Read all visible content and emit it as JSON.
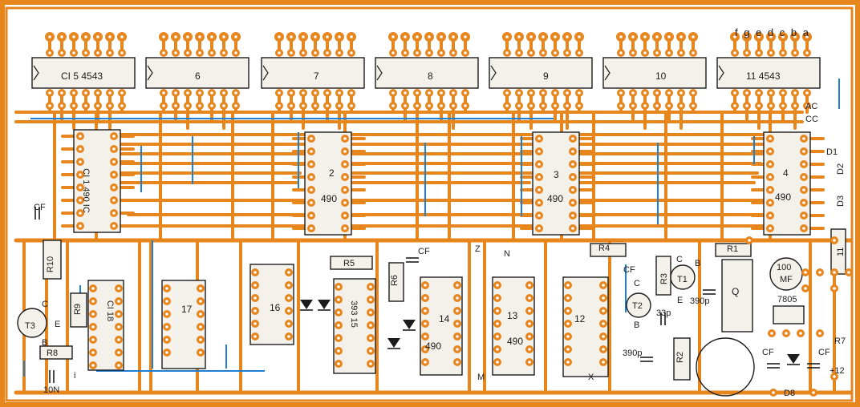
{
  "colors": {
    "board": "#ffffff",
    "copper": "#e8861e",
    "jumper": "#1f7fd6",
    "ink": "#1c1c1c",
    "body_fill": "#f4f1ea"
  },
  "digit_modules": [
    "CI 5 4543",
    "6",
    "7",
    "8",
    "9",
    "10",
    "11 4543"
  ],
  "segment_letters": "f g e d c b a",
  "common_labels": [
    "AC",
    "CC"
  ],
  "decade_chips": [
    {
      "id": "CI 1 490 IC"
    },
    {
      "id": "2",
      "type": "490"
    },
    {
      "id": "3",
      "type": "490"
    },
    {
      "id": "4",
      "type": "490"
    }
  ],
  "right_column": [
    "D1",
    "D2",
    "D3",
    "11"
  ],
  "lower_chips": [
    {
      "id": "CI 18"
    },
    {
      "id": "17"
    },
    {
      "id": "16"
    },
    {
      "id": "393 15"
    },
    {
      "id": "14",
      "type": "490"
    },
    {
      "id": "13",
      "type": "490"
    },
    {
      "id": "12"
    }
  ],
  "resistors": [
    "R10",
    "R9",
    "R8",
    "R5",
    "R6",
    "R4",
    "R3",
    "R1",
    "R2",
    "R7"
  ],
  "capacitors": [
    "CF",
    "CF",
    "CF",
    "CF",
    "CF",
    "33p",
    "390p",
    "390p",
    "10N"
  ],
  "transistors": [
    "T1",
    "T2",
    "T3"
  ],
  "pin_letters": [
    "C",
    "E",
    "B",
    "C",
    "B",
    "E",
    "C",
    "B"
  ],
  "nodes": [
    "Z",
    "N",
    "M",
    "X",
    "i"
  ],
  "crystal_label": "Q",
  "electrolytic": [
    "100",
    "MF"
  ],
  "regulator": "7805",
  "power_diode": "D8",
  "supply": "+12"
}
